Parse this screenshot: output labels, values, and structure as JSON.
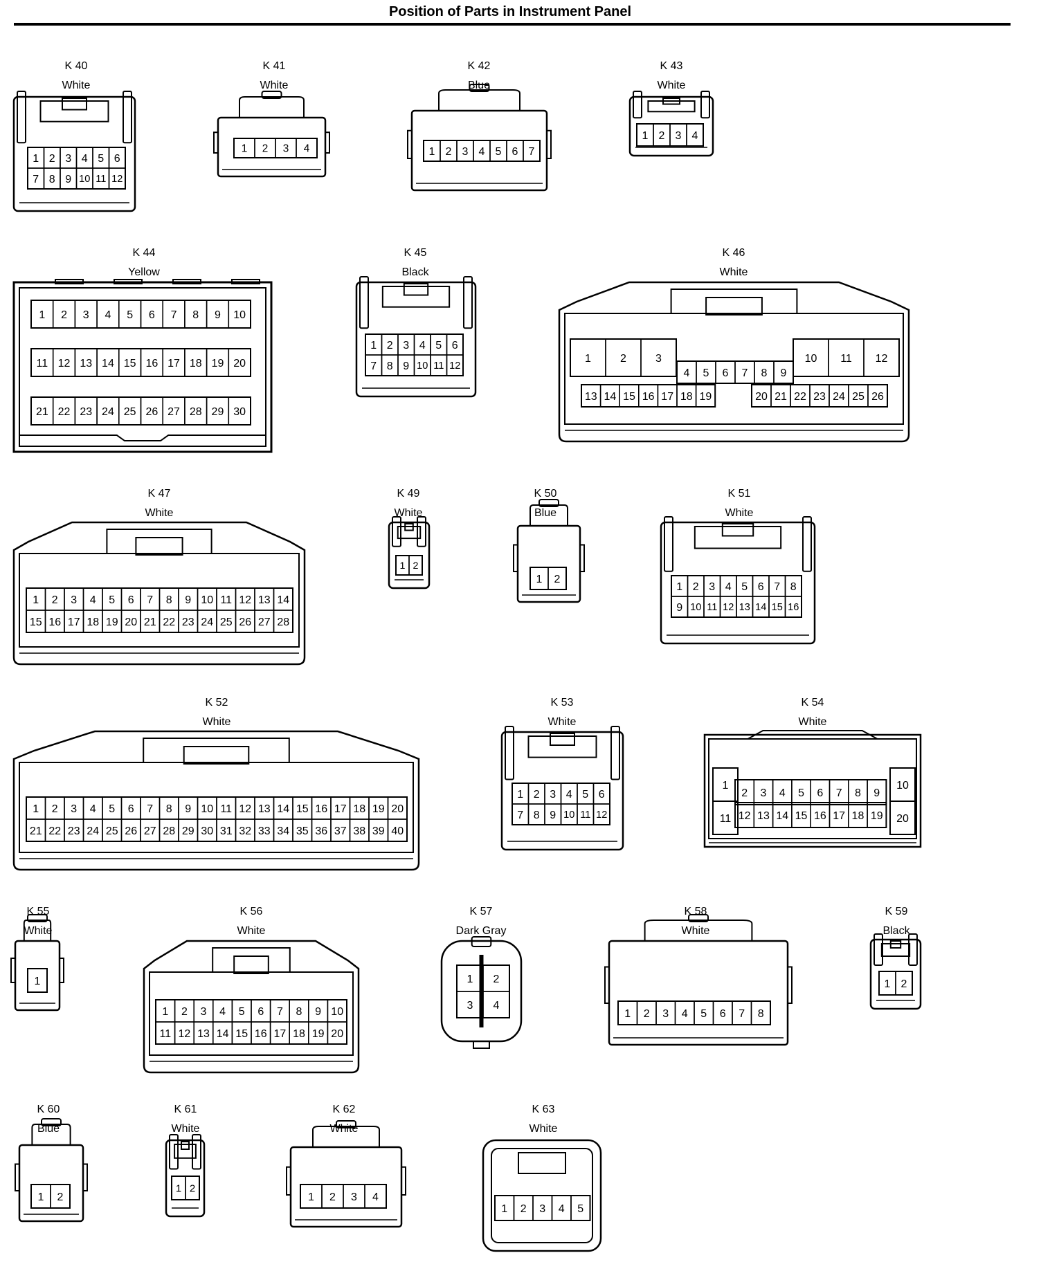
{
  "title": "Position of Parts in Instrument Panel",
  "connectors": [
    {
      "id": "K 40",
      "color": "White",
      "pins": [
        "1",
        "2",
        "3",
        "4",
        "5",
        "6",
        "7",
        "8",
        "9",
        "10",
        "11",
        "12"
      ]
    },
    {
      "id": "K 41",
      "color": "White",
      "pins": [
        "1",
        "2",
        "3",
        "4"
      ]
    },
    {
      "id": "K 42",
      "color": "Blue",
      "pins": [
        "1",
        "2",
        "3",
        "4",
        "5",
        "6",
        "7"
      ]
    },
    {
      "id": "K 43",
      "color": "White",
      "pins": [
        "1",
        "2",
        "3",
        "4"
      ]
    },
    {
      "id": "K 44",
      "color": "Yellow",
      "pins": [
        "1",
        "2",
        "3",
        "4",
        "5",
        "6",
        "7",
        "8",
        "9",
        "10",
        "11",
        "12",
        "13",
        "14",
        "15",
        "16",
        "17",
        "18",
        "19",
        "20",
        "21",
        "22",
        "23",
        "24",
        "25",
        "26",
        "27",
        "28",
        "29",
        "30"
      ]
    },
    {
      "id": "K 45",
      "color": "Black",
      "pins": [
        "1",
        "2",
        "3",
        "4",
        "5",
        "6",
        "7",
        "8",
        "9",
        "10",
        "11",
        "12"
      ]
    },
    {
      "id": "K 46",
      "color": "White",
      "pins": [
        "1",
        "2",
        "3",
        "10",
        "11",
        "12",
        "4",
        "5",
        "6",
        "7",
        "8",
        "9",
        "13",
        "14",
        "15",
        "16",
        "17",
        "18",
        "19",
        "20",
        "21",
        "22",
        "23",
        "24",
        "25",
        "26"
      ]
    },
    {
      "id": "K 47",
      "color": "White",
      "pins": [
        "1",
        "2",
        "3",
        "4",
        "5",
        "6",
        "7",
        "8",
        "9",
        "10",
        "11",
        "12",
        "13",
        "14",
        "15",
        "16",
        "17",
        "18",
        "19",
        "20",
        "21",
        "22",
        "23",
        "24",
        "25",
        "26",
        "27",
        "28"
      ]
    },
    {
      "id": "K 49",
      "color": "White",
      "pins": [
        "1",
        "2"
      ]
    },
    {
      "id": "K 50",
      "color": "Blue",
      "pins": [
        "1",
        "2"
      ]
    },
    {
      "id": "K 51",
      "color": "White",
      "pins": [
        "1",
        "2",
        "3",
        "4",
        "5",
        "6",
        "7",
        "8",
        "9",
        "10",
        "11",
        "12",
        "13",
        "14",
        "15",
        "16"
      ]
    },
    {
      "id": "K 52",
      "color": "White",
      "pins": [
        "1",
        "2",
        "3",
        "4",
        "5",
        "6",
        "7",
        "8",
        "9",
        "10",
        "11",
        "12",
        "13",
        "14",
        "15",
        "16",
        "17",
        "18",
        "19",
        "20",
        "21",
        "22",
        "23",
        "24",
        "25",
        "26",
        "27",
        "28",
        "29",
        "30",
        "31",
        "32",
        "33",
        "34",
        "35",
        "36",
        "37",
        "38",
        "39",
        "40"
      ]
    },
    {
      "id": "K 53",
      "color": "White",
      "pins": [
        "1",
        "2",
        "3",
        "4",
        "5",
        "6",
        "7",
        "8",
        "9",
        "10",
        "11",
        "12"
      ]
    },
    {
      "id": "K 54",
      "color": "White",
      "pins": [
        "1",
        "2",
        "3",
        "4",
        "5",
        "6",
        "7",
        "8",
        "9",
        "10",
        "11",
        "12",
        "13",
        "14",
        "15",
        "16",
        "17",
        "18",
        "19",
        "20"
      ]
    },
    {
      "id": "K 55",
      "color": "White",
      "pins": [
        "1"
      ]
    },
    {
      "id": "K 56",
      "color": "White",
      "pins": [
        "1",
        "2",
        "3",
        "4",
        "5",
        "6",
        "7",
        "8",
        "9",
        "10",
        "11",
        "12",
        "13",
        "14",
        "15",
        "16",
        "17",
        "18",
        "19",
        "20"
      ]
    },
    {
      "id": "K 57",
      "color": "Dark Gray",
      "pins": [
        "1",
        "2",
        "3",
        "4"
      ]
    },
    {
      "id": "K 58",
      "color": "White",
      "pins": [
        "1",
        "2",
        "3",
        "4",
        "5",
        "6",
        "7",
        "8"
      ]
    },
    {
      "id": "K 59",
      "color": "Black",
      "pins": [
        "1",
        "2"
      ]
    },
    {
      "id": "K 60",
      "color": "Blue",
      "pins": [
        "1",
        "2"
      ]
    },
    {
      "id": "K 61",
      "color": "White",
      "pins": [
        "1",
        "2"
      ]
    },
    {
      "id": "K 62",
      "color": "White",
      "pins": [
        "1",
        "2",
        "3",
        "4"
      ]
    },
    {
      "id": "K 63",
      "color": "White",
      "pins": [
        "1",
        "2",
        "3",
        "4",
        "5"
      ]
    }
  ]
}
